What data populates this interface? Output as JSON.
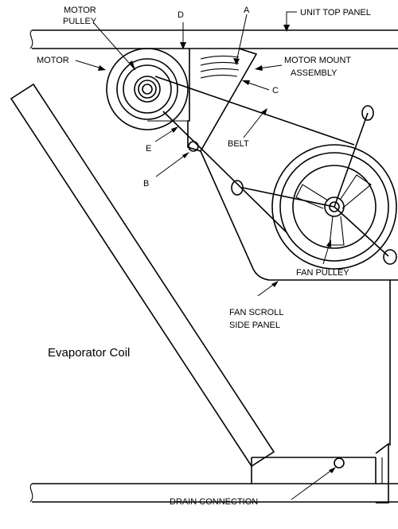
{
  "labels": {
    "motor_pulley_line1": "MOTOR",
    "motor_pulley_line2": "PULLEY",
    "d": "D",
    "a": "A",
    "unit_top_panel": "UNIT TOP PANEL",
    "motor": "MOTOR",
    "motor_mount_line1": "MOTOR MOUNT",
    "motor_mount_line2": "ASSEMBLY",
    "c": "C",
    "belt": "BELT",
    "e": "E",
    "b": "B",
    "fan_pulley": "FAN PULLEY",
    "fan_scroll_line1": "FAN SCROLL",
    "fan_scroll_line2": "SIDE PANEL",
    "evaporator_coil": "Evaporator Coil",
    "drain_connection": "DRAIN CONNECTION"
  }
}
